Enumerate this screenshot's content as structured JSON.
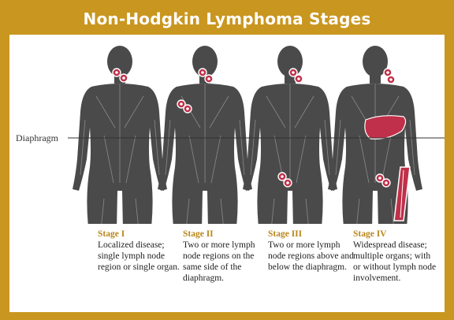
{
  "title": "Non-Hodgkin Lymphoma Stages",
  "diaphragm_label": "Diaphragm",
  "colors": {
    "frame": "#c9961f",
    "body": "#4a4a4a",
    "node": "#c0304a",
    "stage_label": "#b8861b"
  },
  "stages": [
    {
      "label": "Stage I",
      "description": "Localized disease; single lymph node region or single organ."
    },
    {
      "label": "Stage II",
      "description": "Two or more lymph node regions on the same side of the diaphragm."
    },
    {
      "label": "Stage III",
      "description": "Two or more lymph node regions above and below the diaphragm."
    },
    {
      "label": "Stage IV",
      "description": "Widespread disease; multiple organs; with or without lymph node involvement."
    }
  ]
}
